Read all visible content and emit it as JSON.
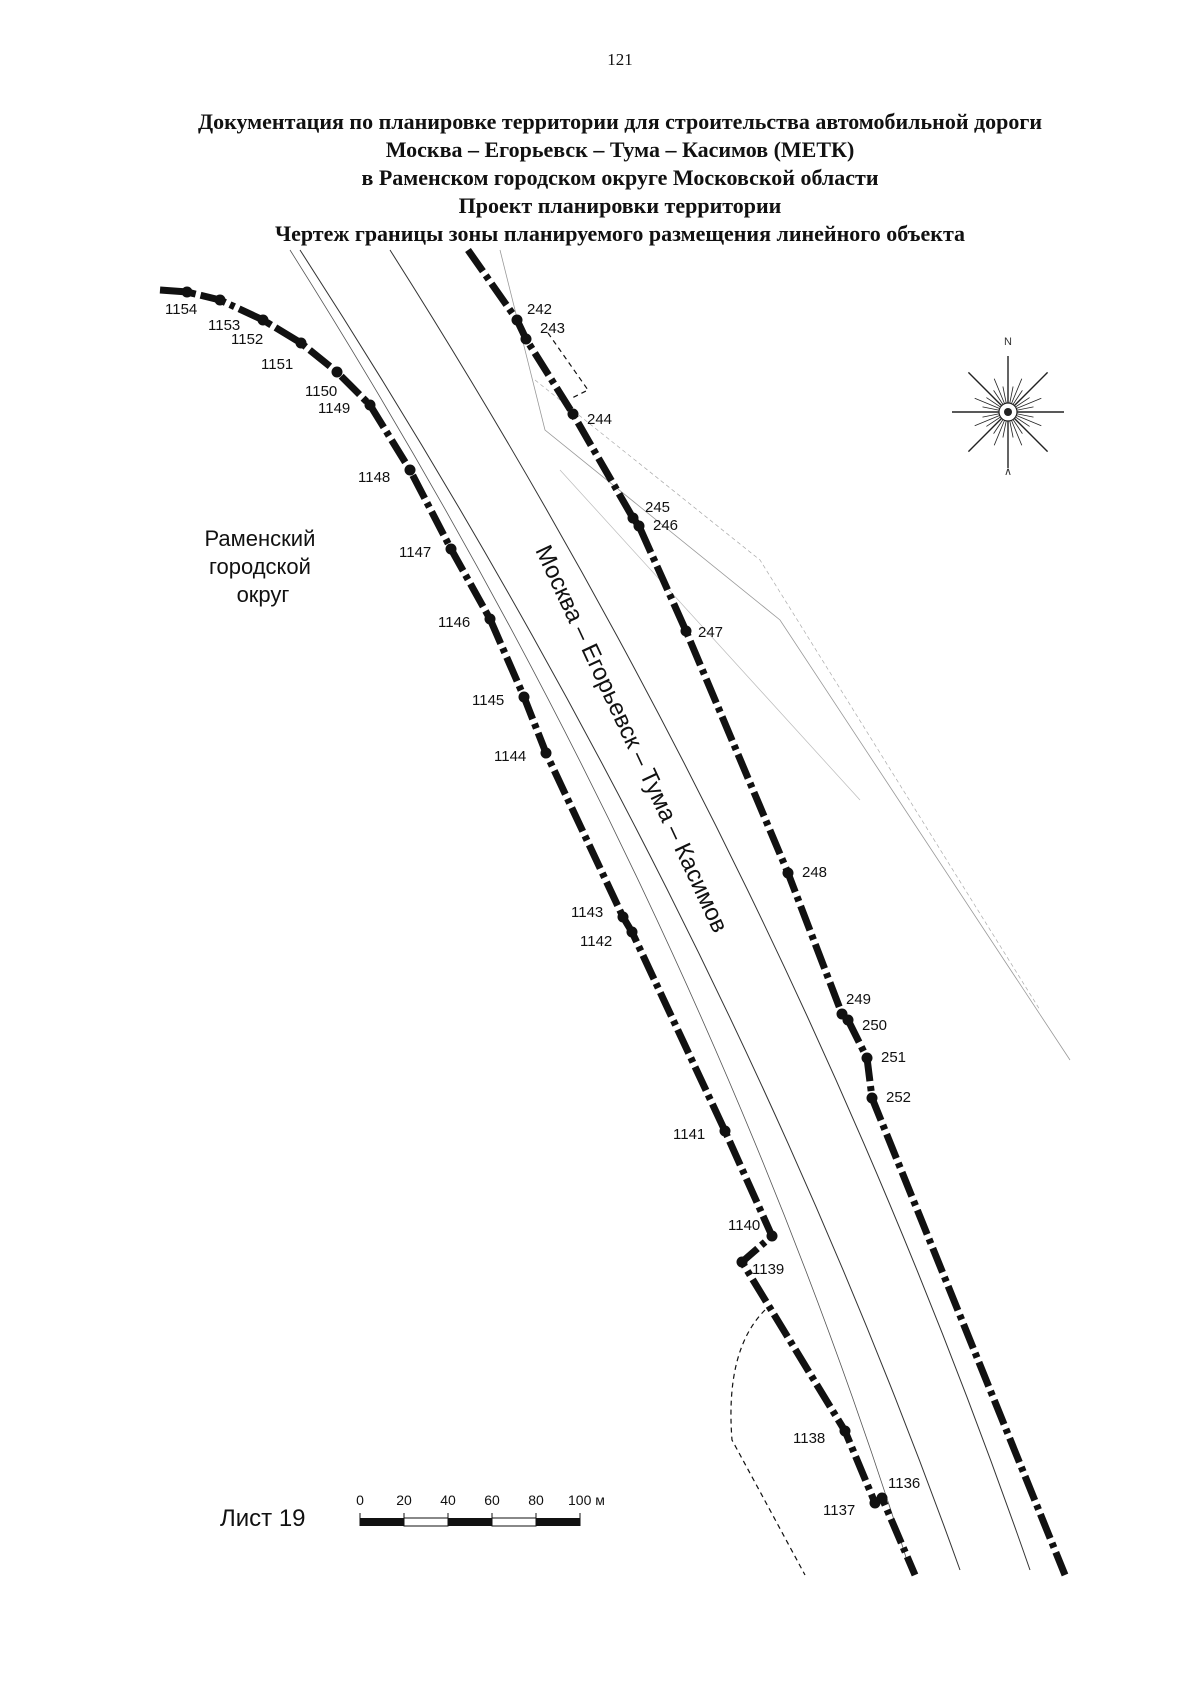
{
  "page_number": "121",
  "title_lines": [
    "Документация по планировке территории для строительства автомобильной дороги",
    "Москва – Егорьевск – Тума – Касимов (МЕТК)",
    "в Раменском городском округе Московской области",
    "Проект планировки территории",
    "Чертеж границы зоны планируемого размещения линейного объекта"
  ],
  "region_label": [
    "Раменский",
    "городской",
    "округ"
  ],
  "road_label": "Москва – Егорьевск – Тума – Касимов",
  "sheet_label": "Лист 19",
  "compass": {
    "north": "N",
    "bottom": "∧"
  },
  "scale_bar": {
    "ticks": [
      "0",
      "20",
      "40",
      "60",
      "80",
      "100 м"
    ]
  },
  "left_boundary_points": [
    "1154",
    "1153",
    "1152",
    "1151",
    "1150",
    "1149",
    "1148",
    "1147",
    "1146",
    "1145",
    "1144",
    "1143",
    "1142",
    "1141",
    "1140",
    "1139",
    "1138",
    "1137",
    "1136"
  ],
  "right_boundary_points": [
    "242",
    "243",
    "244",
    "245",
    "246",
    "247",
    "248",
    "249",
    "250",
    "251",
    "252"
  ]
}
